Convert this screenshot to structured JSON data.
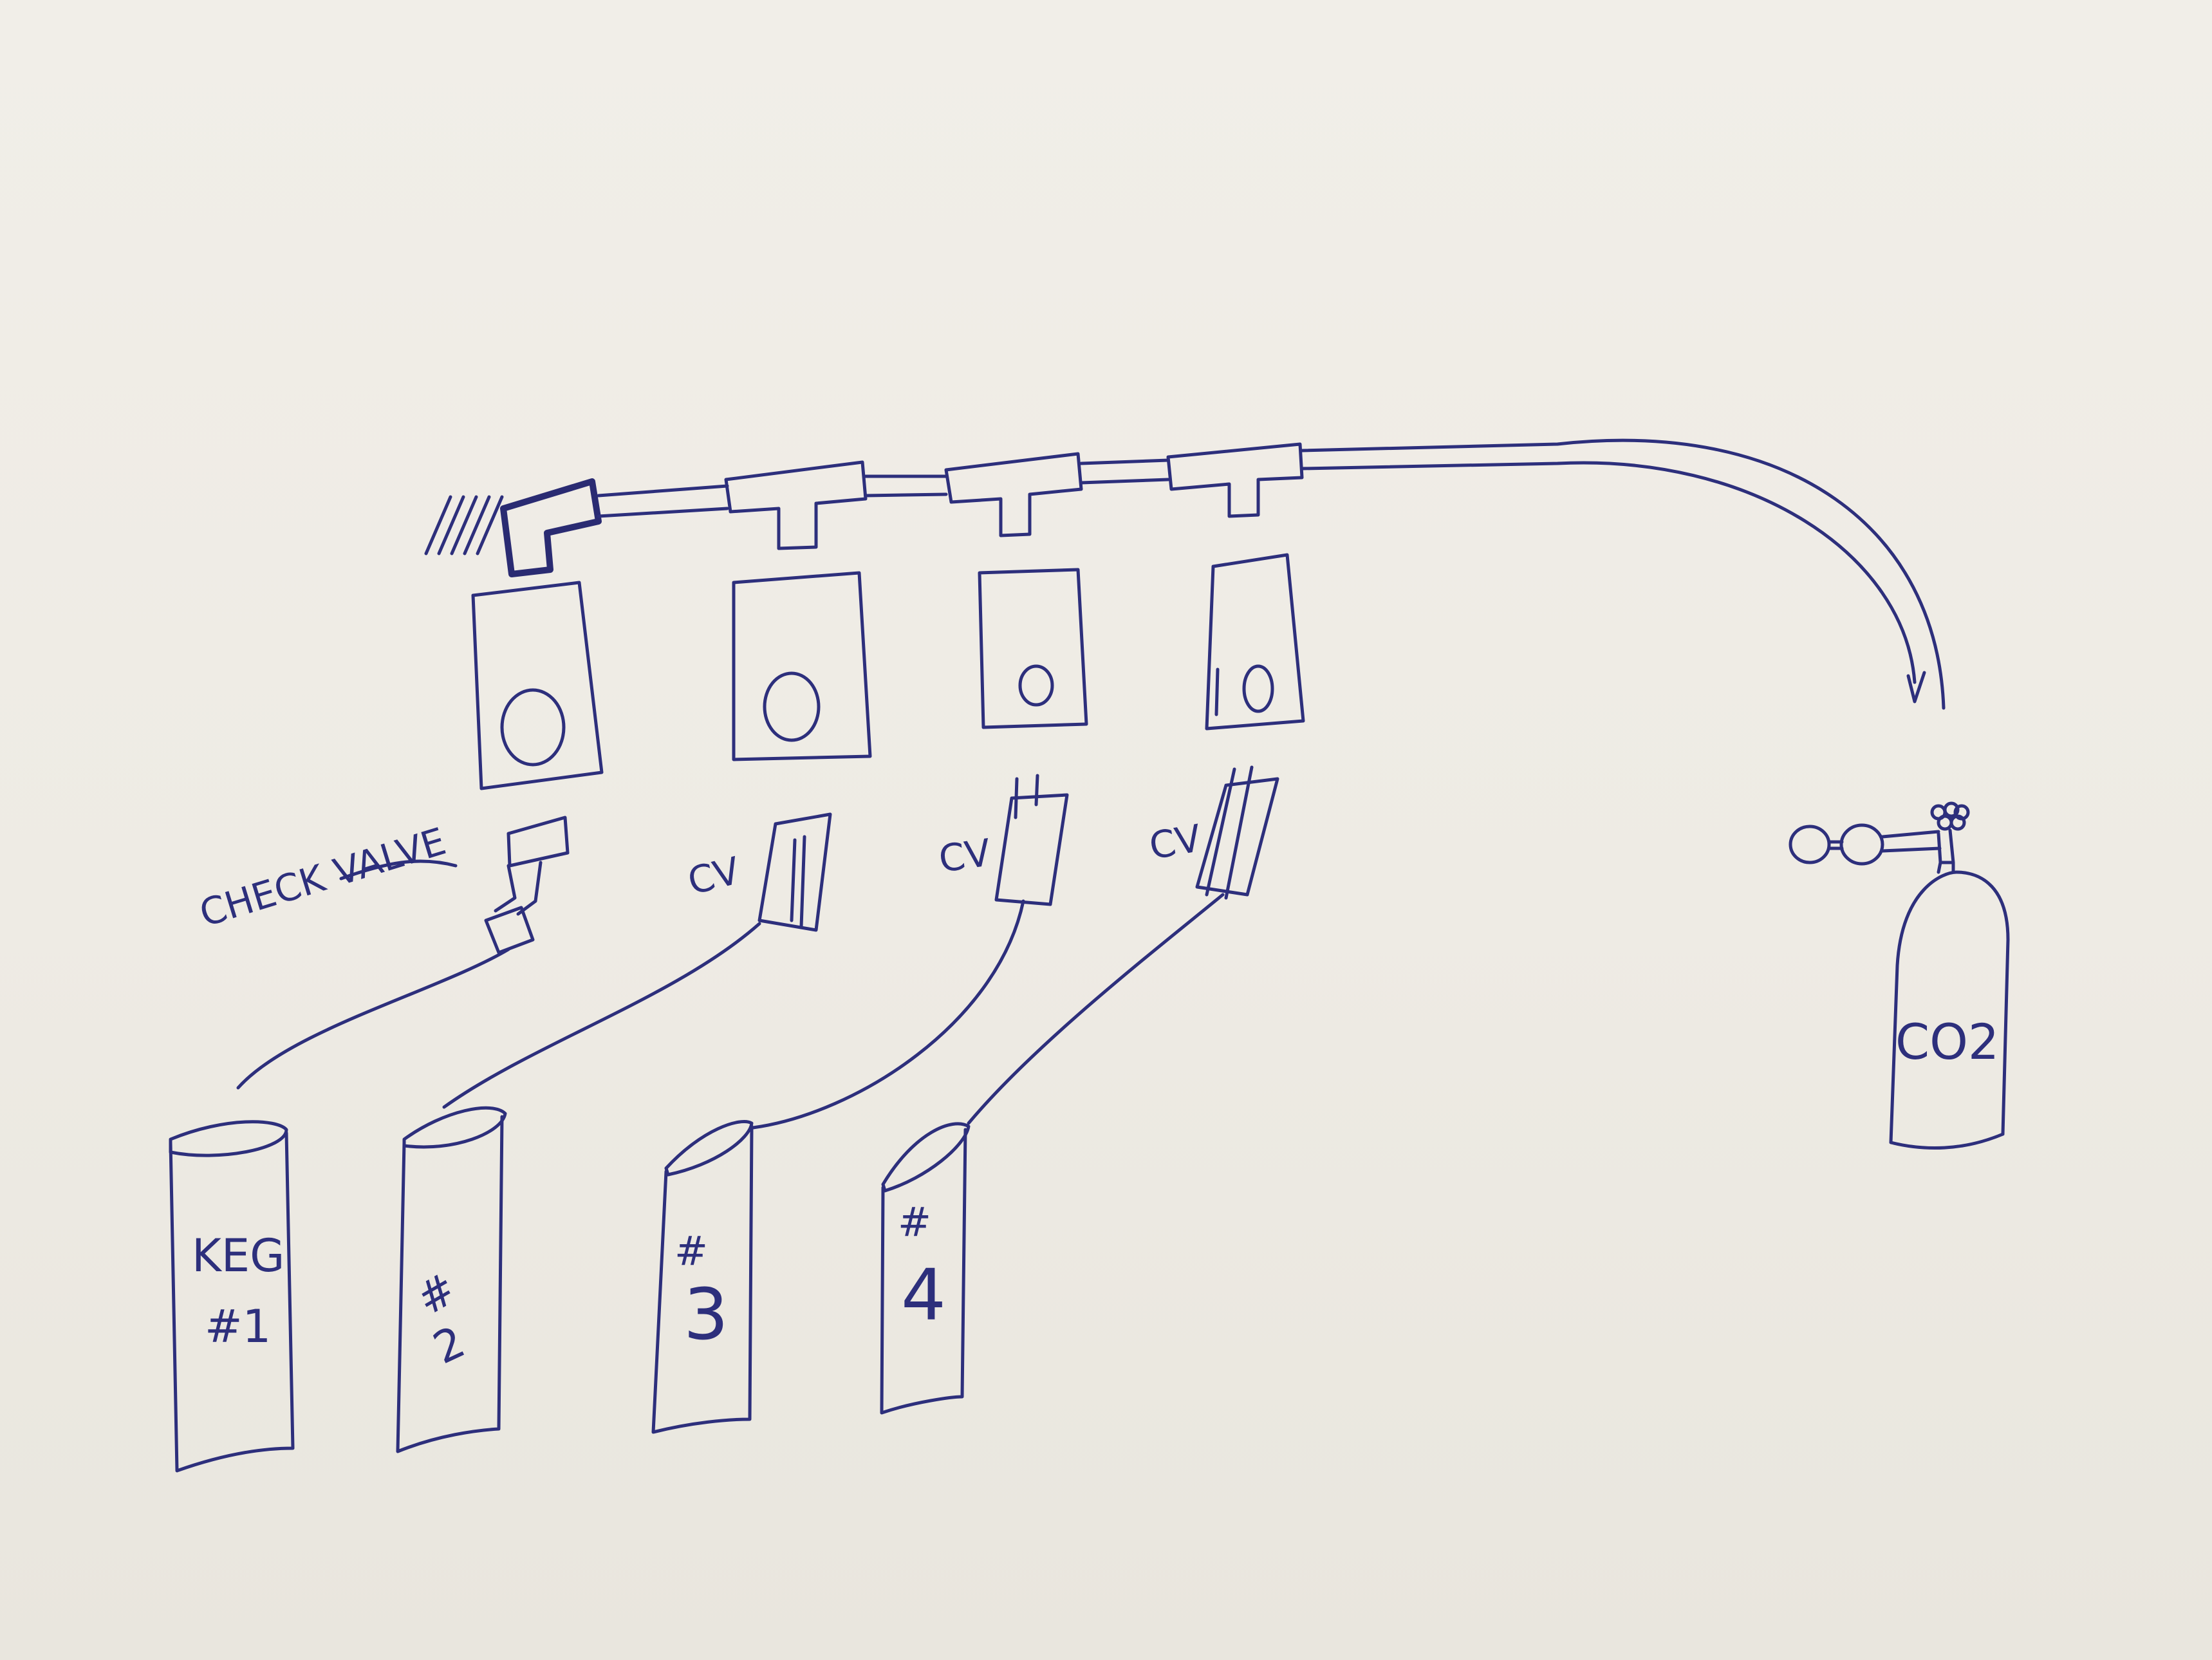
{
  "labels": {
    "check_valve": "CHECK VALVE",
    "cv": "CV",
    "co2": "CO2"
  },
  "kegs": [
    {
      "label_line1": "KEG",
      "label_line2": "#1"
    },
    {
      "label_line1": "#",
      "label_line2": "2"
    },
    {
      "label_line1": "#",
      "label_line2": "3"
    },
    {
      "label_line1": "#",
      "label_line2": "4"
    }
  ],
  "colors": {
    "ink": "#2d2f7c",
    "paper": "#eeebe4"
  }
}
